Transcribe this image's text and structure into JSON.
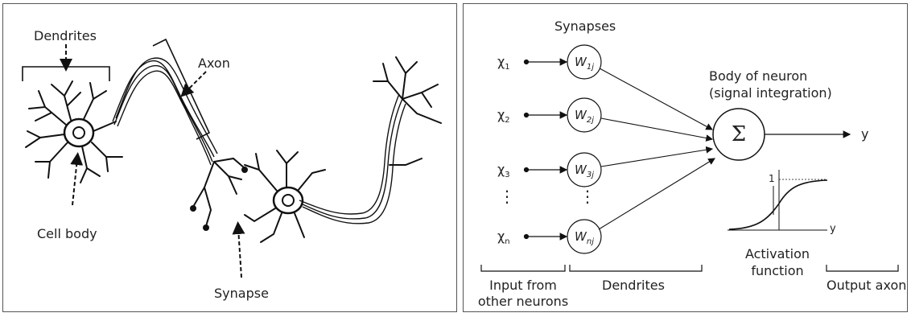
{
  "left_panel": {
    "labels": {
      "dendrites": "Dendrites",
      "axon": "Axon",
      "cell_body": "Cell body",
      "synapse": "Synapse"
    }
  },
  "right_panel": {
    "synapses_title": "Synapses",
    "inputs": [
      {
        "base": "χ",
        "sub": "1"
      },
      {
        "base": "χ",
        "sub": "2"
      },
      {
        "base": "χ",
        "sub": "3"
      },
      {
        "base": "χ",
        "sub": "n"
      }
    ],
    "weights": [
      {
        "base": "W",
        "sub": "1j"
      },
      {
        "base": "W",
        "sub": "2j"
      },
      {
        "base": "W",
        "sub": "3j"
      },
      {
        "base": "W",
        "sub": "nj"
      }
    ],
    "ellipsis": "⋮",
    "body_label_line1": "Body of neuron",
    "body_label_line2": "(signal integration)",
    "sum_symbol": "Σ",
    "output": "y",
    "activation": {
      "y_tick": "1",
      "x_label": "y",
      "label_line1": "Activation",
      "label_line2": "function"
    },
    "bottom_labels": {
      "inputs_line1": "Input from",
      "inputs_line2": "other neurons",
      "dendrites": "Dendrites",
      "output_axon": "Output axon"
    }
  }
}
